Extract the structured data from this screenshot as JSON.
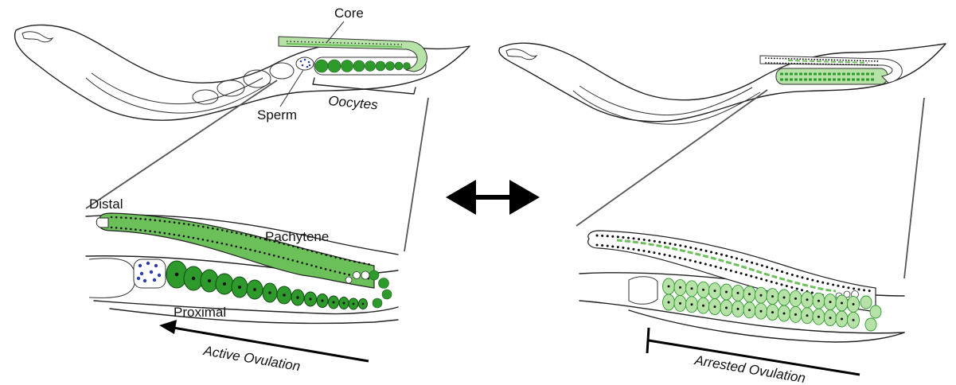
{
  "labels": {
    "core": "Core",
    "sperm": "Sperm",
    "oocytes": "Oocytes",
    "distal": "Distal",
    "pachytene": "Pachytene",
    "proximal": "Proximal",
    "active_ovulation": "Active Ovulation",
    "arrested_ovulation": "Arrested Ovulation"
  },
  "colors": {
    "germline_green": "#6cc05a",
    "light_green": "#b6e2a8",
    "oocyte_green": "#2e9a2c",
    "sperm_blue": "#2b3fa8",
    "outline": "#222222",
    "arrow": "#000000"
  },
  "icons": {
    "toggle_arrow": "double-headed-arrow-icon"
  }
}
